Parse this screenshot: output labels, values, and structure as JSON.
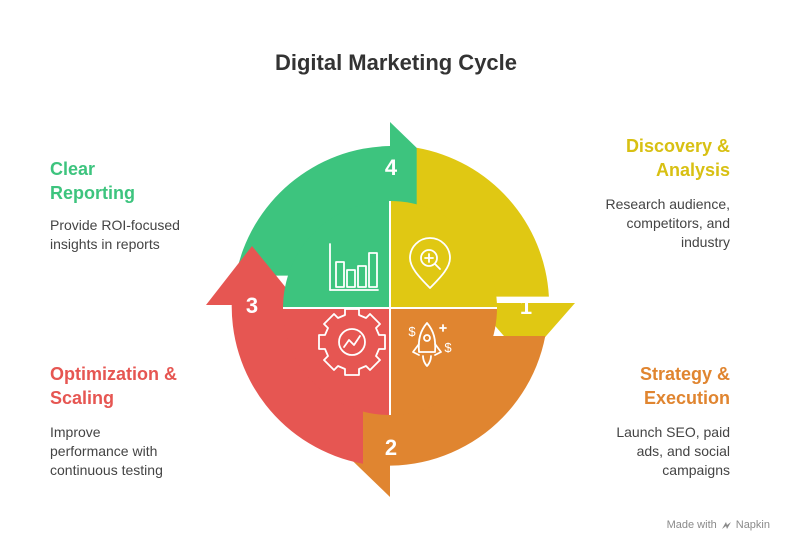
{
  "title": "Digital Marketing Cycle",
  "colors": {
    "discovery": "#E0C813",
    "strategy": "#E08530",
    "optimization": "#E65652",
    "reporting": "#3DC47E",
    "footer_text": "#8a8a8a"
  },
  "steps": [
    {
      "number": "1",
      "heading_lines": [
        "Discovery &",
        "Analysis"
      ],
      "desc_lines": [
        "Research audience,",
        "competitors, and",
        "industry"
      ],
      "icon": "magnifier-pin-icon"
    },
    {
      "number": "2",
      "heading_lines": [
        "Strategy &",
        "Execution"
      ],
      "desc_lines": [
        "Launch SEO, paid",
        "ads, and social",
        "campaigns"
      ],
      "icon": "rocket-icon"
    },
    {
      "number": "3",
      "heading_lines": [
        "Optimization &",
        "Scaling"
      ],
      "desc_lines": [
        "Improve",
        "performance with",
        "continuous testing"
      ],
      "icon": "gear-chart-icon"
    },
    {
      "number": "4",
      "heading_lines": [
        "Clear",
        "Reporting"
      ],
      "desc_lines": [
        "Provide ROI-focused",
        "insights in reports"
      ],
      "icon": "bar-chart-icon"
    }
  ],
  "footer": {
    "text": "Made with",
    "brand": "Napkin"
  }
}
